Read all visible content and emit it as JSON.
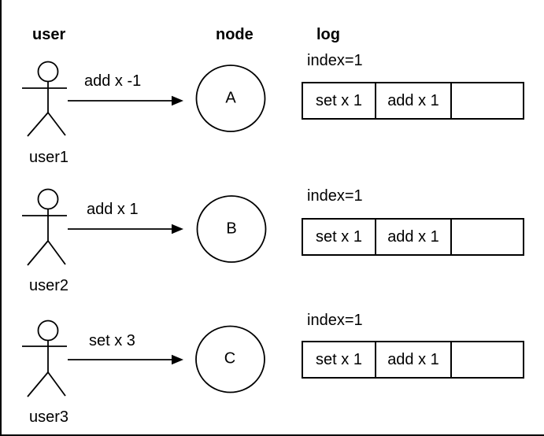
{
  "canvas": {
    "background": "#ffffff",
    "line_color": "#000000",
    "text_color": "#000000"
  },
  "headers": {
    "user": "user",
    "node": "node",
    "log": "log"
  },
  "rows": [
    {
      "user_label": "user1",
      "command": "add x -1",
      "node": "A",
      "log_index": "index=1",
      "log_cells": [
        "set x 1",
        "add x 1",
        ""
      ]
    },
    {
      "user_label": "user2",
      "command": "add x 1",
      "node": "B",
      "log_index": "index=1",
      "log_cells": [
        "set x 1",
        "add x 1",
        ""
      ]
    },
    {
      "user_label": "user3",
      "command": "set x 3",
      "node": "C",
      "log_index": "index=1",
      "log_cells": [
        "set x 1",
        "add x 1",
        ""
      ]
    }
  ]
}
